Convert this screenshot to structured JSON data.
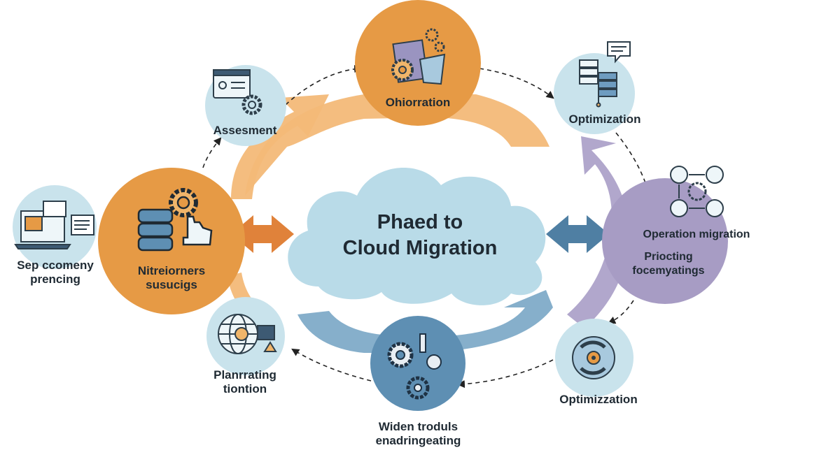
{
  "title": {
    "line1": "Phaed to",
    "line2": "Cloud Migration"
  },
  "colors": {
    "orange": "#e69a45",
    "orange_dark": "#e0823a",
    "light_blue": "#c9e3ec",
    "cloud": "#b9dbe8",
    "steel_blue": "#5e8fb3",
    "purple": "#a79cc4",
    "peach": "#f0b56a",
    "text": "#1f2a33"
  },
  "nodes": {
    "assessment": {
      "label": "Assesment",
      "icon": "profile-card-gear-icon"
    },
    "orchestration": {
      "label": "Ohiorration",
      "icon": "tablet-gears-icon"
    },
    "optimization_top": {
      "label": "Optimization",
      "icon": "server-stack-chat-icon"
    },
    "operation": {
      "label1": "Operation migration",
      "label2": "Priocting",
      "label3": "focemyatings",
      "icon": "people-network-icon"
    },
    "optimization_bottom": {
      "label": "Optimizzation",
      "icon": "rotating-arrows-target-icon"
    },
    "tools": {
      "label1": "Widen troduls",
      "label2": "enadringeating",
      "icon": "gears-cluster-icon"
    },
    "planning": {
      "label1": "Planrrating",
      "label2": "tiontion",
      "icon": "globe-monitor-icon"
    },
    "requirements": {
      "label1": "Nitreiorners",
      "label2": "susucigs",
      "icon": "database-gear-hand-icon"
    },
    "scope": {
      "label1": "Sep ccomeny",
      "label2": "prencing",
      "icon": "laptop-documents-icon"
    }
  }
}
